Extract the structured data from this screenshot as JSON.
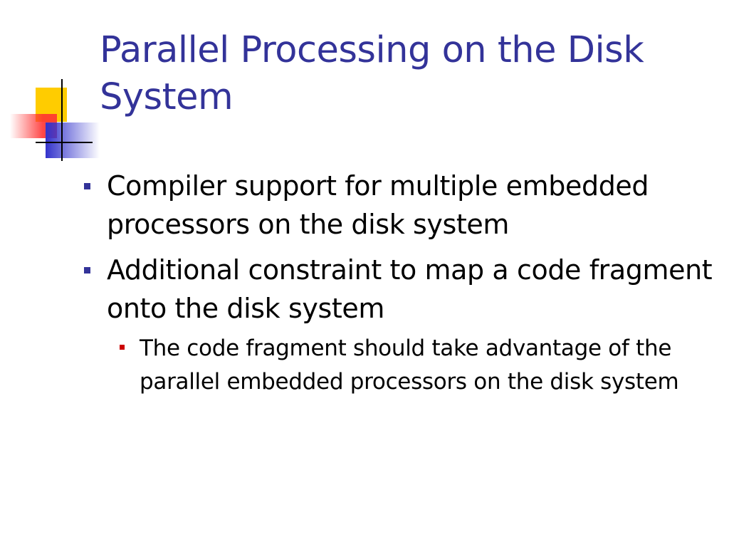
{
  "slide": {
    "title": "Parallel Processing on the Disk System",
    "bullets": [
      {
        "text": "Compiler support for multiple embedded processors on the disk system",
        "sub": []
      },
      {
        "text": "Additional constraint to map a code fragment onto the disk system",
        "sub": [
          "The code fragment should take advantage of the parallel embedded processors on the disk system"
        ]
      }
    ]
  },
  "colors": {
    "title": "#333399",
    "bullet_level1": "#333399",
    "bullet_level2": "#cc0000",
    "decor_yellow": "#ffcc00",
    "decor_blue": "#3333cc",
    "decor_red": "#ff3333"
  }
}
